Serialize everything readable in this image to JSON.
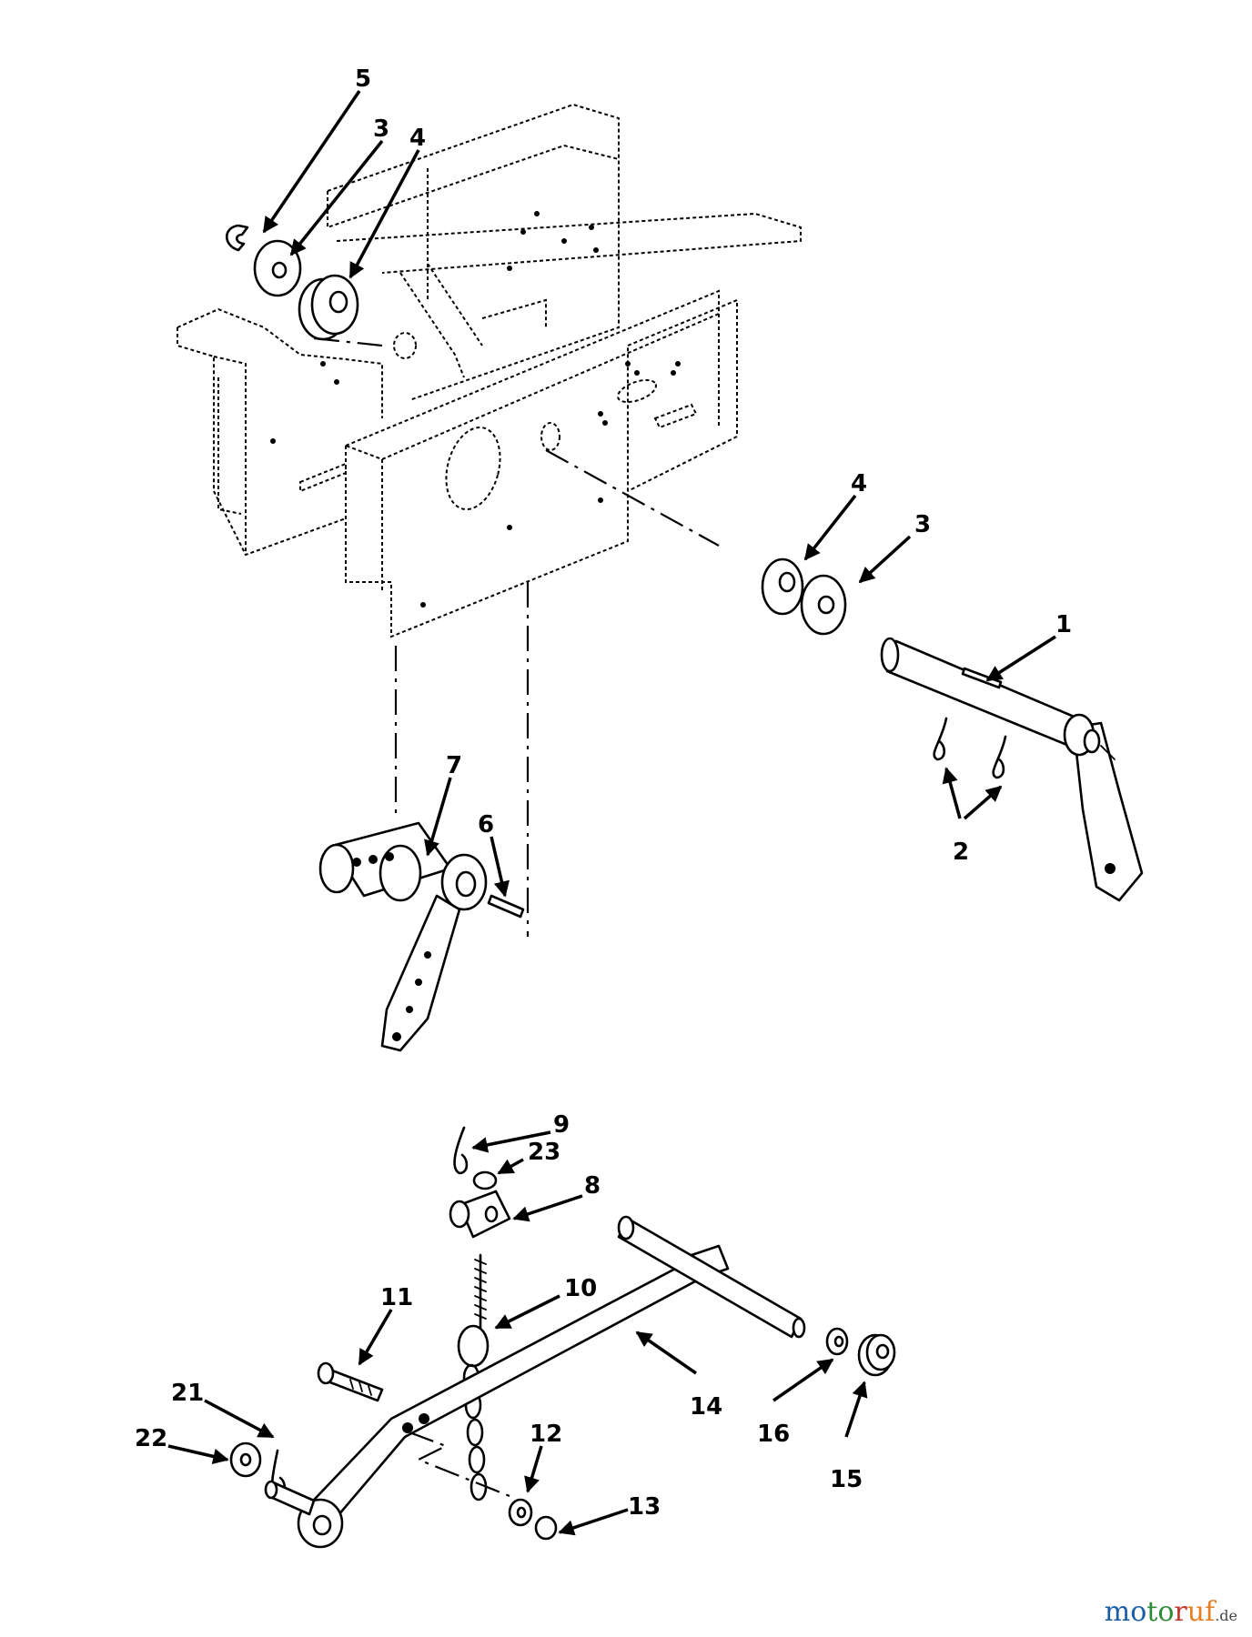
{
  "callouts": [
    {
      "id": "5",
      "label": "5"
    },
    {
      "id": "3a",
      "label": "3"
    },
    {
      "id": "4a",
      "label": "4"
    },
    {
      "id": "4b",
      "label": "4"
    },
    {
      "id": "3b",
      "label": "3"
    },
    {
      "id": "1",
      "label": "1"
    },
    {
      "id": "2",
      "label": "2"
    },
    {
      "id": "7",
      "label": "7"
    },
    {
      "id": "6",
      "label": "6"
    },
    {
      "id": "9",
      "label": "9"
    },
    {
      "id": "23",
      "label": "23"
    },
    {
      "id": "8",
      "label": "8"
    },
    {
      "id": "11",
      "label": "11"
    },
    {
      "id": "10",
      "label": "10"
    },
    {
      "id": "21",
      "label": "21"
    },
    {
      "id": "14",
      "label": "14"
    },
    {
      "id": "22",
      "label": "22"
    },
    {
      "id": "12",
      "label": "12"
    },
    {
      "id": "16",
      "label": "16"
    },
    {
      "id": "13",
      "label": "13"
    },
    {
      "id": "15",
      "label": "15"
    }
  ],
  "watermark": {
    "brand_1": "mo",
    "brand_2": "to",
    "brand_3": "r",
    "brand_4": "uf",
    "tld": ".de"
  }
}
